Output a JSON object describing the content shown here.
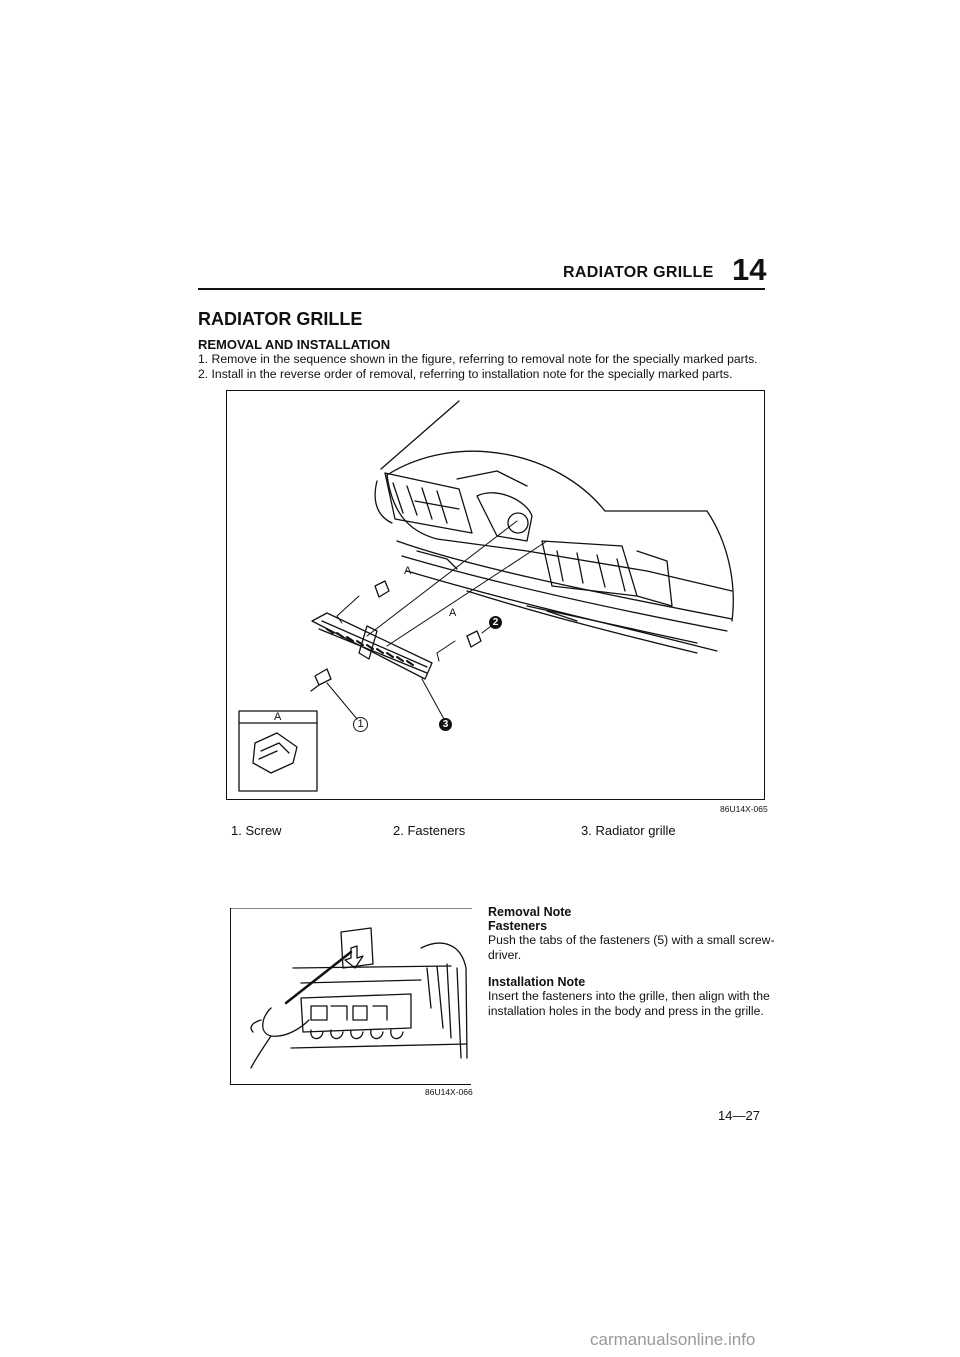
{
  "header": {
    "section_title": "RADIATOR GRILLE",
    "section_number": "14"
  },
  "page_title": "RADIATOR GRILLE",
  "subheading": "REMOVAL AND INSTALLATION",
  "steps": [
    "1. Remove in the sequence shown in the figure, referring to removal note for the specially marked parts.",
    "2. Install in the reverse order of removal, referring to installation note for the specially marked parts."
  ],
  "figure1": {
    "code": "86U14X-065",
    "callouts": [
      "A",
      "A",
      "A",
      "1",
      "2",
      "3"
    ]
  },
  "legend": [
    "1. Screw",
    "2. Fasteners",
    "3. Radiator grille"
  ],
  "figure2": {
    "code": "86U14X-066"
  },
  "removal_note": {
    "title": "Removal Note",
    "subtitle": "Fasteners",
    "text_line1": "Push the tabs of the fasteners (5) with a small screw-",
    "text_line2": "driver."
  },
  "installation_note": {
    "title": "Installation Note",
    "text_line1": "Insert the fasteners into the grille, then align with the",
    "text_line2": "installation holes in the body and press in the grille."
  },
  "page_number": "14—27",
  "watermark": "carmanualsonline.info"
}
